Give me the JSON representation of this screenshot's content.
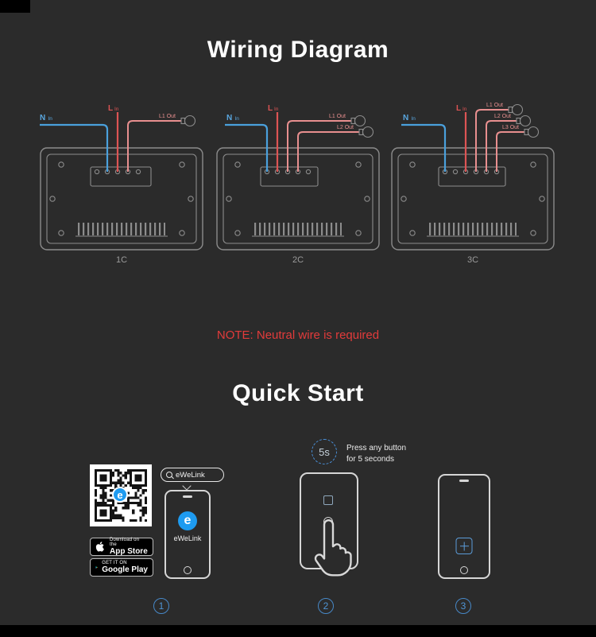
{
  "colors": {
    "background": "#2b2b2b",
    "wire_neutral_blue": "#4aa0dc",
    "wire_live_red": "#dd5454",
    "wire_out_pink": "#e88f8f",
    "note_red": "#e23b3b",
    "brand_blue": "#1e9bf0",
    "step_blue": "#4788c7"
  },
  "icons": {
    "search-icon": "magnifier",
    "chevron-down-icon": "chevron-down",
    "apple-icon": "apple-logo",
    "google-play-icon": "play-triangle",
    "bulb-icon": "light-bulb",
    "hand-icon": "pointing-hand",
    "plus-icon": "plus"
  },
  "wiring": {
    "heading": "Wiring Diagram",
    "note": "NOTE: Neutral wire is required",
    "labels": {
      "neutral": "N",
      "neutral_sub": "In",
      "live": "L",
      "live_sub": "In"
    },
    "diagrams": [
      {
        "name": "1C",
        "outs": [
          "L1 Out"
        ]
      },
      {
        "name": "2C",
        "outs": [
          "L1 Out",
          "L2 Out"
        ]
      },
      {
        "name": "3C",
        "outs": [
          "L1 Out",
          "L2 Out",
          "L3 Out"
        ]
      }
    ]
  },
  "quickstart": {
    "heading": "Quick Start",
    "timer_badge": "5s",
    "instruction_line1": "Press any button",
    "instruction_line2": "for 5 seconds",
    "search_text": "eWeLink",
    "app_name": "eWeLink",
    "logo_letter": "e",
    "appstore_badge": {
      "top": "Download on the",
      "bottom": "App Store"
    },
    "googleplay_badge": {
      "top": "GET IT ON",
      "bottom": "Google Play"
    },
    "steps": [
      "1",
      "2",
      "3"
    ]
  }
}
